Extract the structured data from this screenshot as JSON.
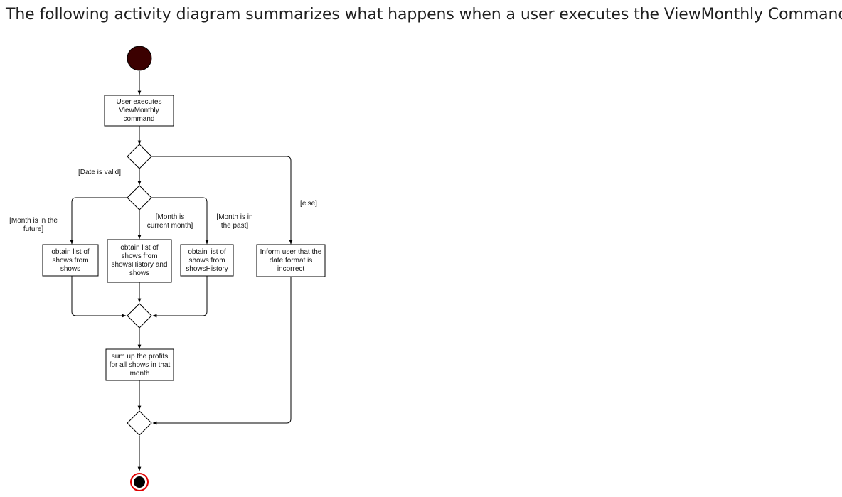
{
  "intro_text": "The following activity diagram summarizes what happens when a user executes the ViewMonthly Command:",
  "diagram": {
    "start_node_color": "#3b0000",
    "end_node_ring_color": "#e00000",
    "end_node_fill_color": "#000000",
    "actions": {
      "user_executes": [
        "User executes",
        "ViewMonthly",
        "command"
      ],
      "future_shows": [
        "obtain list of",
        "shows from",
        "shows"
      ],
      "current_shows": [
        "obtain list of",
        "shows from",
        "showsHistory and",
        "shows"
      ],
      "past_shows": [
        "obtain list of",
        "shows from",
        "showsHistory"
      ],
      "inform_user": [
        "Inform user that the",
        "date format is",
        "incorrect"
      ],
      "sum_profits": [
        "sum up the profits",
        "for all shows in that",
        "month"
      ]
    },
    "guards": {
      "date_valid": [
        "[Date is valid]"
      ],
      "else": [
        "[else]"
      ],
      "month_future": [
        "[Month is in the",
        "future]"
      ],
      "month_current": [
        "[Month is",
        "current month]"
      ],
      "month_past": [
        "[Month is in",
        "the past]"
      ]
    }
  }
}
